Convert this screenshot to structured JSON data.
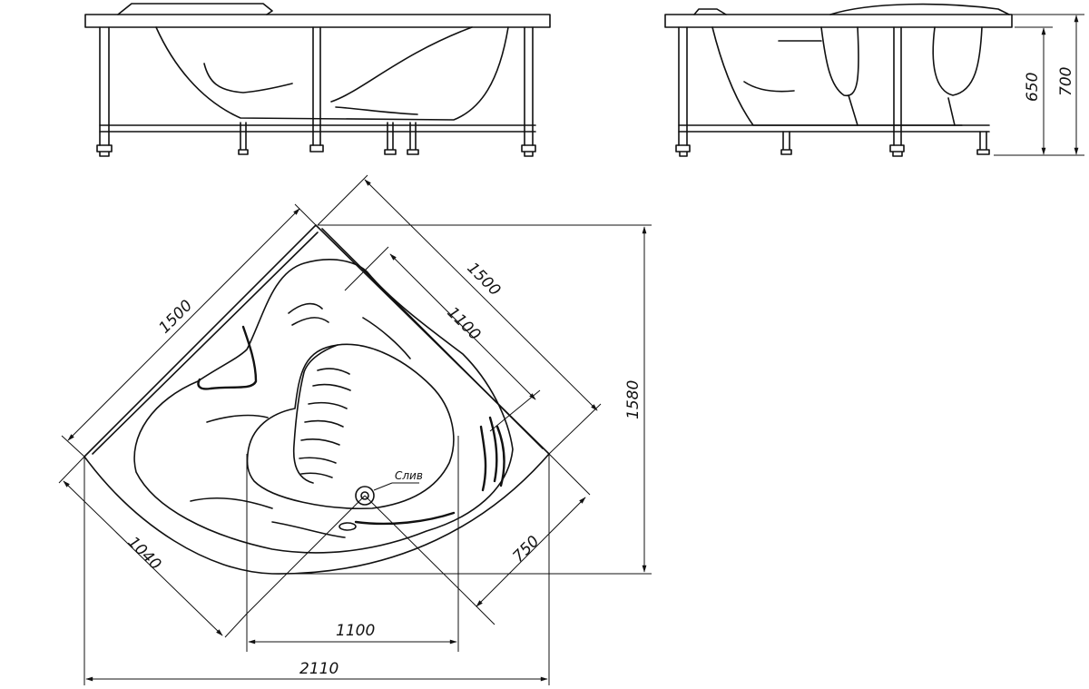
{
  "views": {
    "front": "front-elevation",
    "side": "side-elevation",
    "plan": "plan-view"
  },
  "dimensions": {
    "side_width_left": "1500",
    "side_width_right": "1500",
    "inner_length": "1100",
    "bottom_inner": "1100",
    "overall_width": "2110",
    "depth_total": "1580",
    "diagonal_front": "1040",
    "right_offset": "750",
    "height_rim": "650",
    "height_total": "700"
  },
  "labels": {
    "drain": "Слив"
  }
}
